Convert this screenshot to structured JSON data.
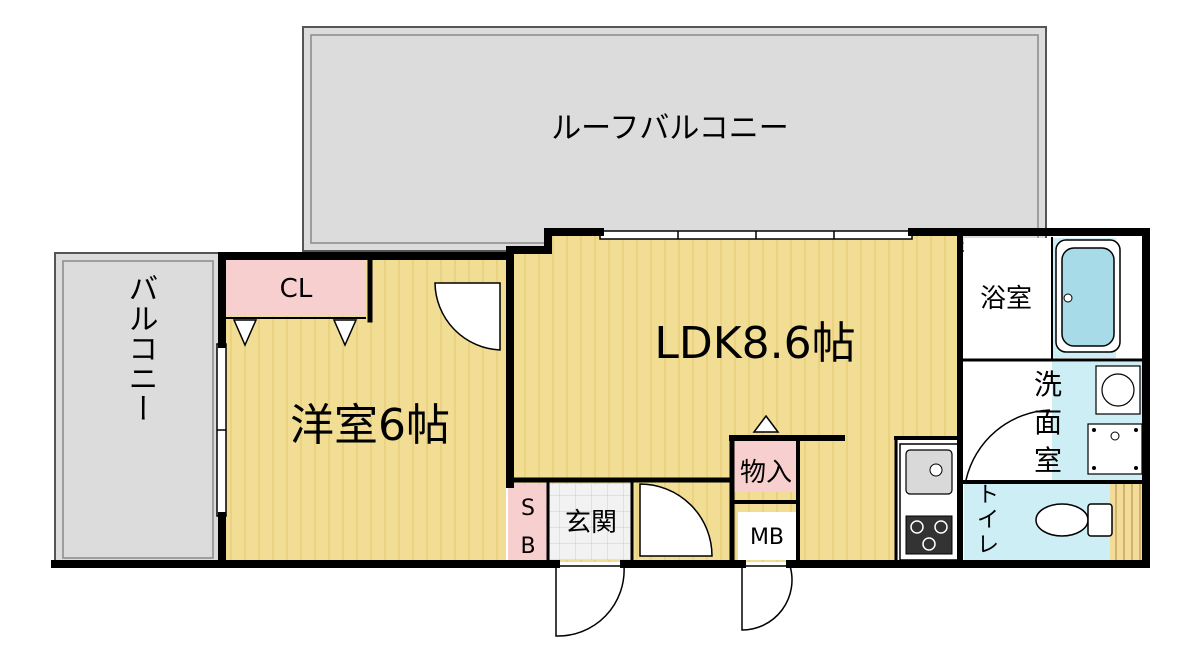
{
  "rooms": {
    "roof_balcony": "ルーフバルコニー",
    "balcony": "バルコニー",
    "western_room": "洋室6帖",
    "closet": "CL",
    "ldk": "LDK8.6帖",
    "storage": "物入",
    "meter_box": "MB",
    "shoe_box_s": "S",
    "shoe_box_b": "B",
    "entrance": "玄関",
    "bathroom": "浴室",
    "washroom_1": "洗",
    "washroom_2": "面",
    "washroom_3": "室",
    "toilet_1": "ト",
    "toilet_2": "イ",
    "toilet_3": "レ"
  },
  "colors": {
    "floor_wood": "#f1dd93",
    "floor_stripe": "#e2c66e",
    "balcony": "#dcdcdc",
    "closet": "#f8cfcf",
    "wet_area": "#cdeef4",
    "entrance": "#f2f2f2",
    "wall": "#000000"
  }
}
